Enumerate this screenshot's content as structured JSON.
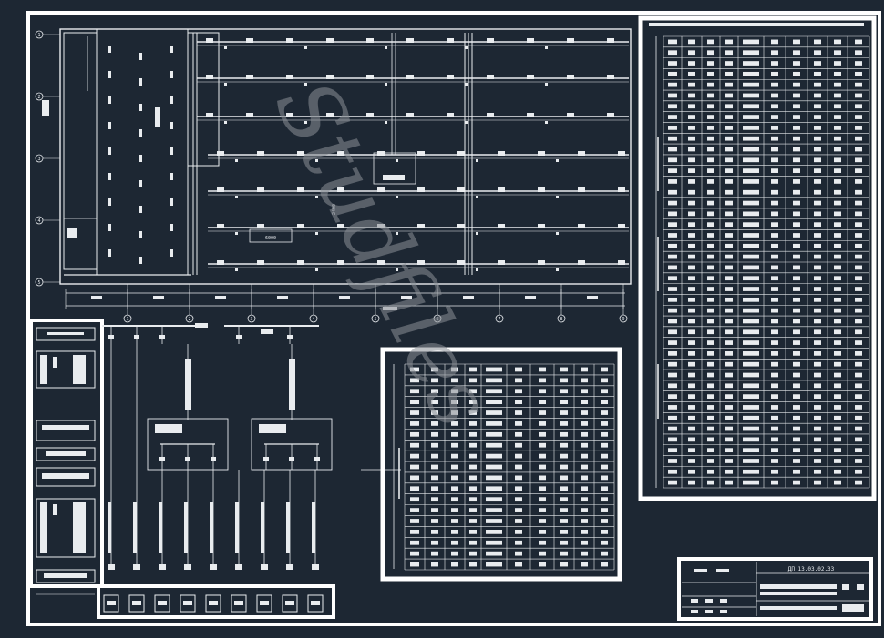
{
  "colors": {
    "background": "#1d2733",
    "sheet_frame": "#ffffff",
    "line": "#e9ecef",
    "watermark": "#8a8f96"
  },
  "plan": {
    "row_axis_labels": [
      "1",
      "2",
      "3",
      "4",
      "5"
    ],
    "col_axis_labels": [
      "1",
      "2",
      "3",
      "4",
      "5",
      "6",
      "7",
      "8",
      "9"
    ],
    "dim_long": "2400",
    "dim_short": "6000"
  },
  "watermark": {
    "text": "Studfiles"
  },
  "title_block": {
    "code": "ДП 13.03.02.33"
  }
}
